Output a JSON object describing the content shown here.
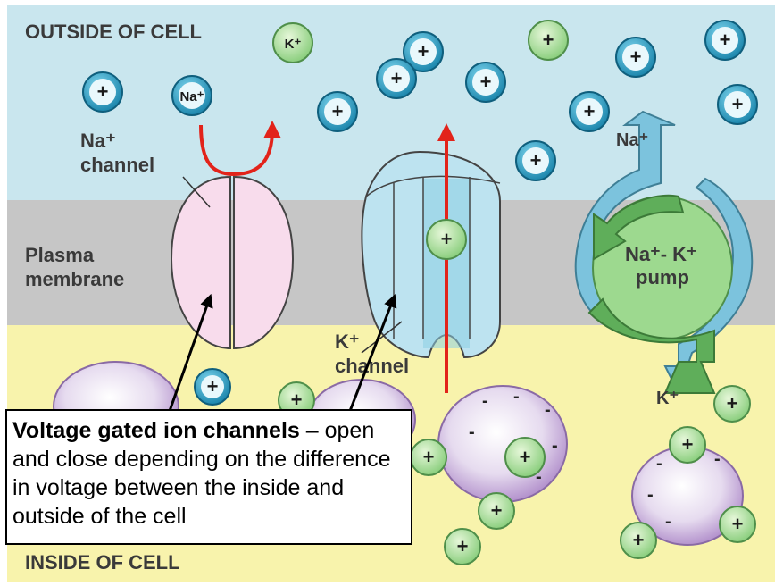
{
  "regions": {
    "outside": "OUTSIDE OF CELL",
    "membrane_line1": "Plasma",
    "membrane_line2": "membrane",
    "inside": "INSIDE OF CELL"
  },
  "labels": {
    "na_channel_line1": "Na⁺",
    "na_channel_line2": "channel",
    "k_channel_line1": "K⁺",
    "k_channel_line2": "channel",
    "pump_line1": "Na⁺- K⁺",
    "pump_line2": "pump",
    "pump_na_arrow": "Na⁺",
    "pump_k_arrow": "K⁺",
    "k_ion": "K⁺",
    "na_ion": "Na⁺"
  },
  "ion_symbol": "+",
  "protein_charge_symbol": "-",
  "callout": {
    "title": "Voltage gated ion channels",
    "dash": " – ",
    "body": "open and close depending on the difference in voltage between the inside and outside of the cell"
  },
  "colors": {
    "outside_bg": "#c9e6ee",
    "membrane": "#c6c6c6",
    "inside_bg": "#f8f3ac",
    "na_ion": "#2a9cc0",
    "k_ion": "#8fd08a",
    "na_channel": "#f8dcec",
    "k_channel": "#bde3f0",
    "protein": "#c9b0d9",
    "arrow_red": "#e2231a",
    "pump_green": "#5fae5a",
    "pump_blue": "#7cc3dd"
  }
}
